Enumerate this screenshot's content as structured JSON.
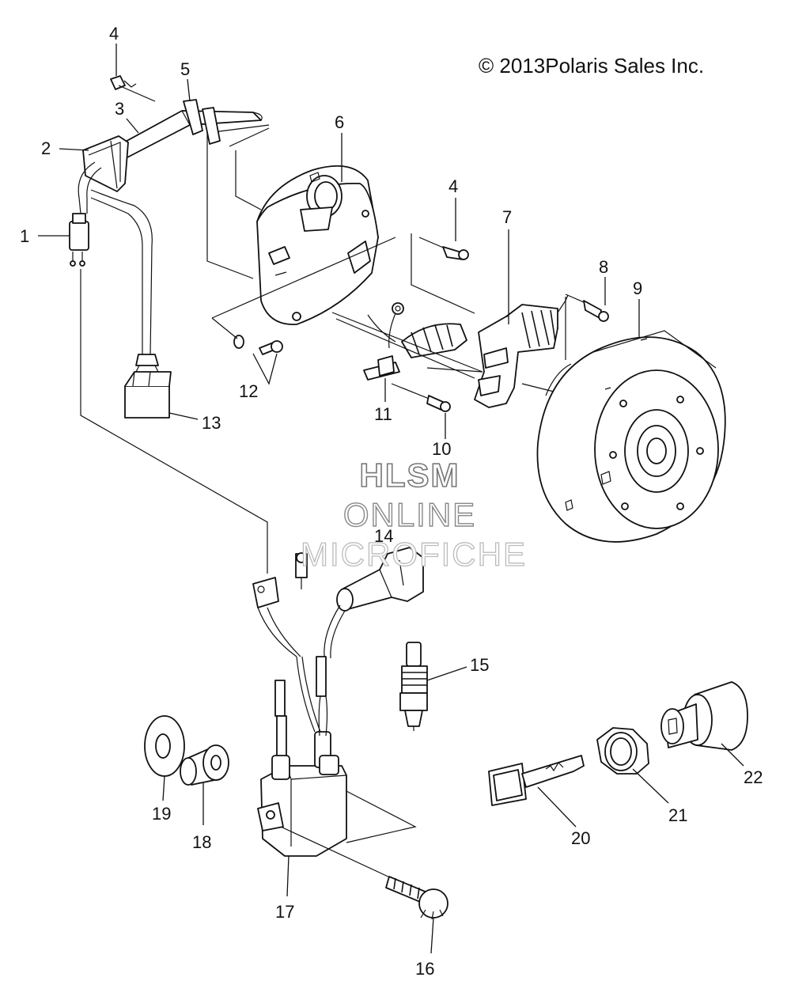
{
  "copyright": "© 2013Polaris Sales Inc.",
  "watermark": {
    "line1": "HLSM",
    "line2": "ONLINE",
    "line3": "MICROFICHE"
  },
  "callouts": {
    "c1": "1",
    "c2": "2",
    "c3": "3",
    "c4a": "4",
    "c4b": "4",
    "c5": "5",
    "c6": "6",
    "c7": "7",
    "c8": "8",
    "c9": "9",
    "c10": "10",
    "c11": "11",
    "c12": "12",
    "c13": "13",
    "c14": "14",
    "c15": "15",
    "c16": "16",
    "c17": "17",
    "c18": "18",
    "c19": "19",
    "c20": "20",
    "c21": "21",
    "c22": "22"
  }
}
